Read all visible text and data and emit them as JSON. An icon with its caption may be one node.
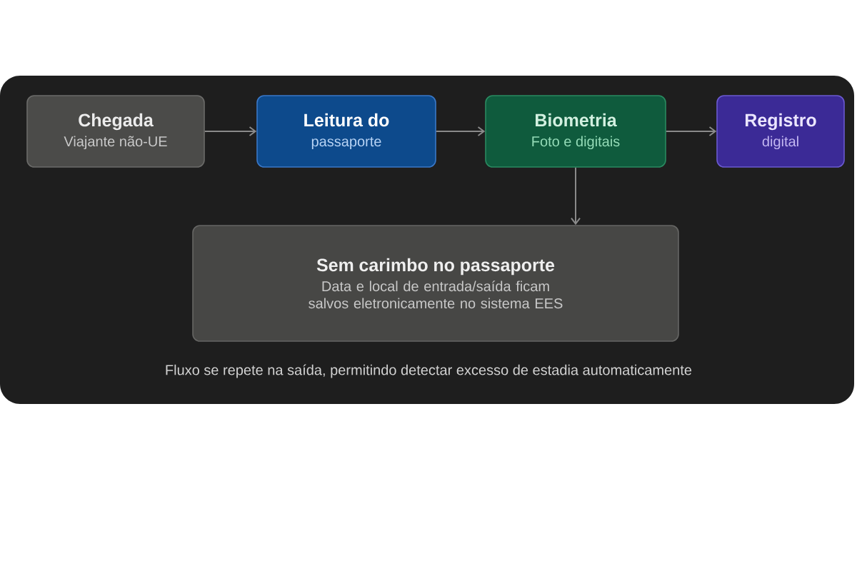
{
  "diagram": {
    "nodes": [
      {
        "text": [
          "Chegada",
          "Viajante não-UE"
        ]
      },
      {
        "text": [
          "Leitura do",
          "passaporte"
        ]
      },
      {
        "text": [
          "Biometria",
          "Foto e digitais"
        ]
      },
      {
        "text": [
          "Registro",
          "digital"
        ]
      },
      {
        "text": [
          "Sem carimbo no passaporte",
          "Data e local de entrada/saída ficam salvos eletronicamente no sistema EES"
        ]
      }
    ],
    "edges": [
      {
        "from": 0,
        "to": 1,
        "arrow": "to"
      },
      {
        "from": 1,
        "to": 2,
        "arrow": "to"
      },
      {
        "from": 2,
        "to": 3,
        "arrow": "to"
      },
      {
        "from": 2,
        "to": 4,
        "arrow": "to"
      }
    ],
    "labels": [
      "Fluxo se repete na saída, permitindo detectar excesso de estadia automaticamente"
    ]
  }
}
